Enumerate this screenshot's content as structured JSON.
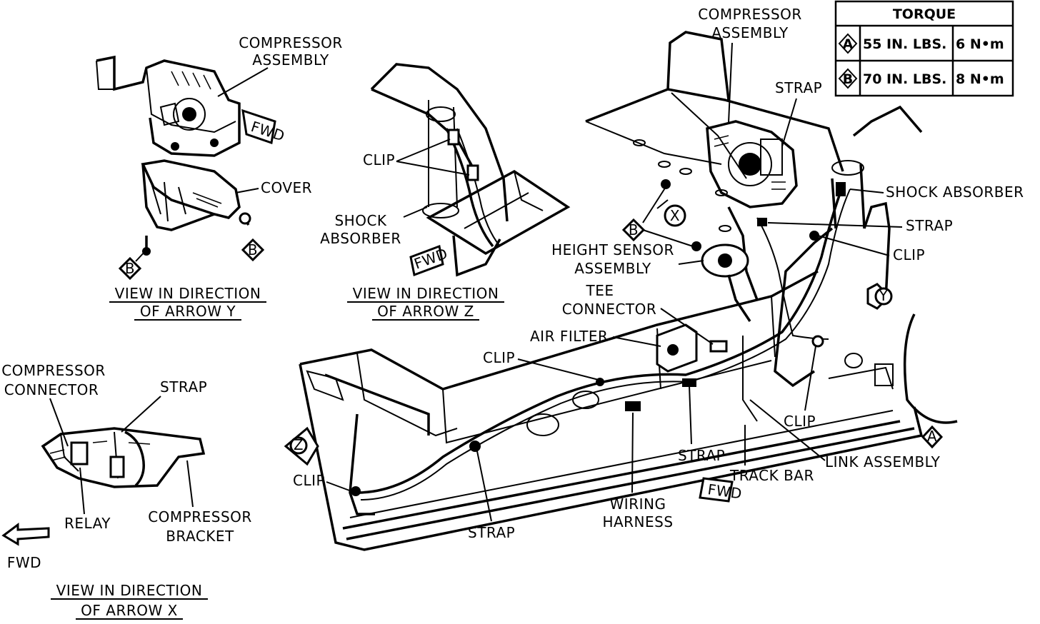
{
  "torque_table": {
    "title": "TORQUE",
    "rows": [
      {
        "key": "A",
        "value": "55 IN. LBS.",
        "metric": "6 N•m"
      },
      {
        "key": "B",
        "value": "70 IN. LBS.",
        "metric": "8 N•m"
      }
    ]
  },
  "view_y": {
    "caption_line1": "VIEW IN DIRECTION",
    "caption_line2": "OF ARROW Y",
    "labels": {
      "compressor_1": "COMPRESSOR",
      "compressor_2": "ASSEMBLY",
      "cover": "COVER",
      "fwd": "FWD",
      "b_left": "B",
      "b_right": "B"
    }
  },
  "view_z": {
    "caption_line1": "VIEW IN DIRECTION",
    "caption_line2": "OF ARROW Z",
    "labels": {
      "clip": "CLIP",
      "shock_1": "SHOCK",
      "shock_2": "ABSORBER",
      "fwd": "FWD"
    }
  },
  "view_x": {
    "caption_line1": "VIEW IN DIRECTION",
    "caption_line2": "OF ARROW X",
    "labels": {
      "conn_1": "COMPRESSOR",
      "conn_2": "CONNECTOR",
      "strap": "STRAP",
      "relay": "RELAY",
      "bracket_1": "COMPRESSOR",
      "bracket_2": "BRACKET",
      "fwd": "FWD"
    }
  },
  "main": {
    "labels": {
      "comp_1": "COMPRESSOR",
      "comp_2": "ASSEMBLY",
      "strap_top": "STRAP",
      "shock": "SHOCK ABSORBER",
      "strap_right": "STRAP",
      "clip_right": "CLIP",
      "height_1": "HEIGHT SENSOR",
      "height_2": "ASSEMBLY",
      "b_marker": "B",
      "x_marker": "X",
      "y_marker": "Y",
      "z_marker": "Z",
      "a_marker": "A",
      "tee_1": "TEE",
      "tee_2": "CONNECTOR",
      "air_filter": "AIR FILTER",
      "clip_mid": "CLIP",
      "clip_lower": "CLIP",
      "link": "LINK ASSEMBLY",
      "strap_mid": "STRAP",
      "track": "TRACK BAR",
      "wiring_1": "WIRING",
      "wiring_2": "HARNESS",
      "clip_left": "CLIP",
      "strap_bottom": "STRAP",
      "fwd": "FWD"
    }
  }
}
